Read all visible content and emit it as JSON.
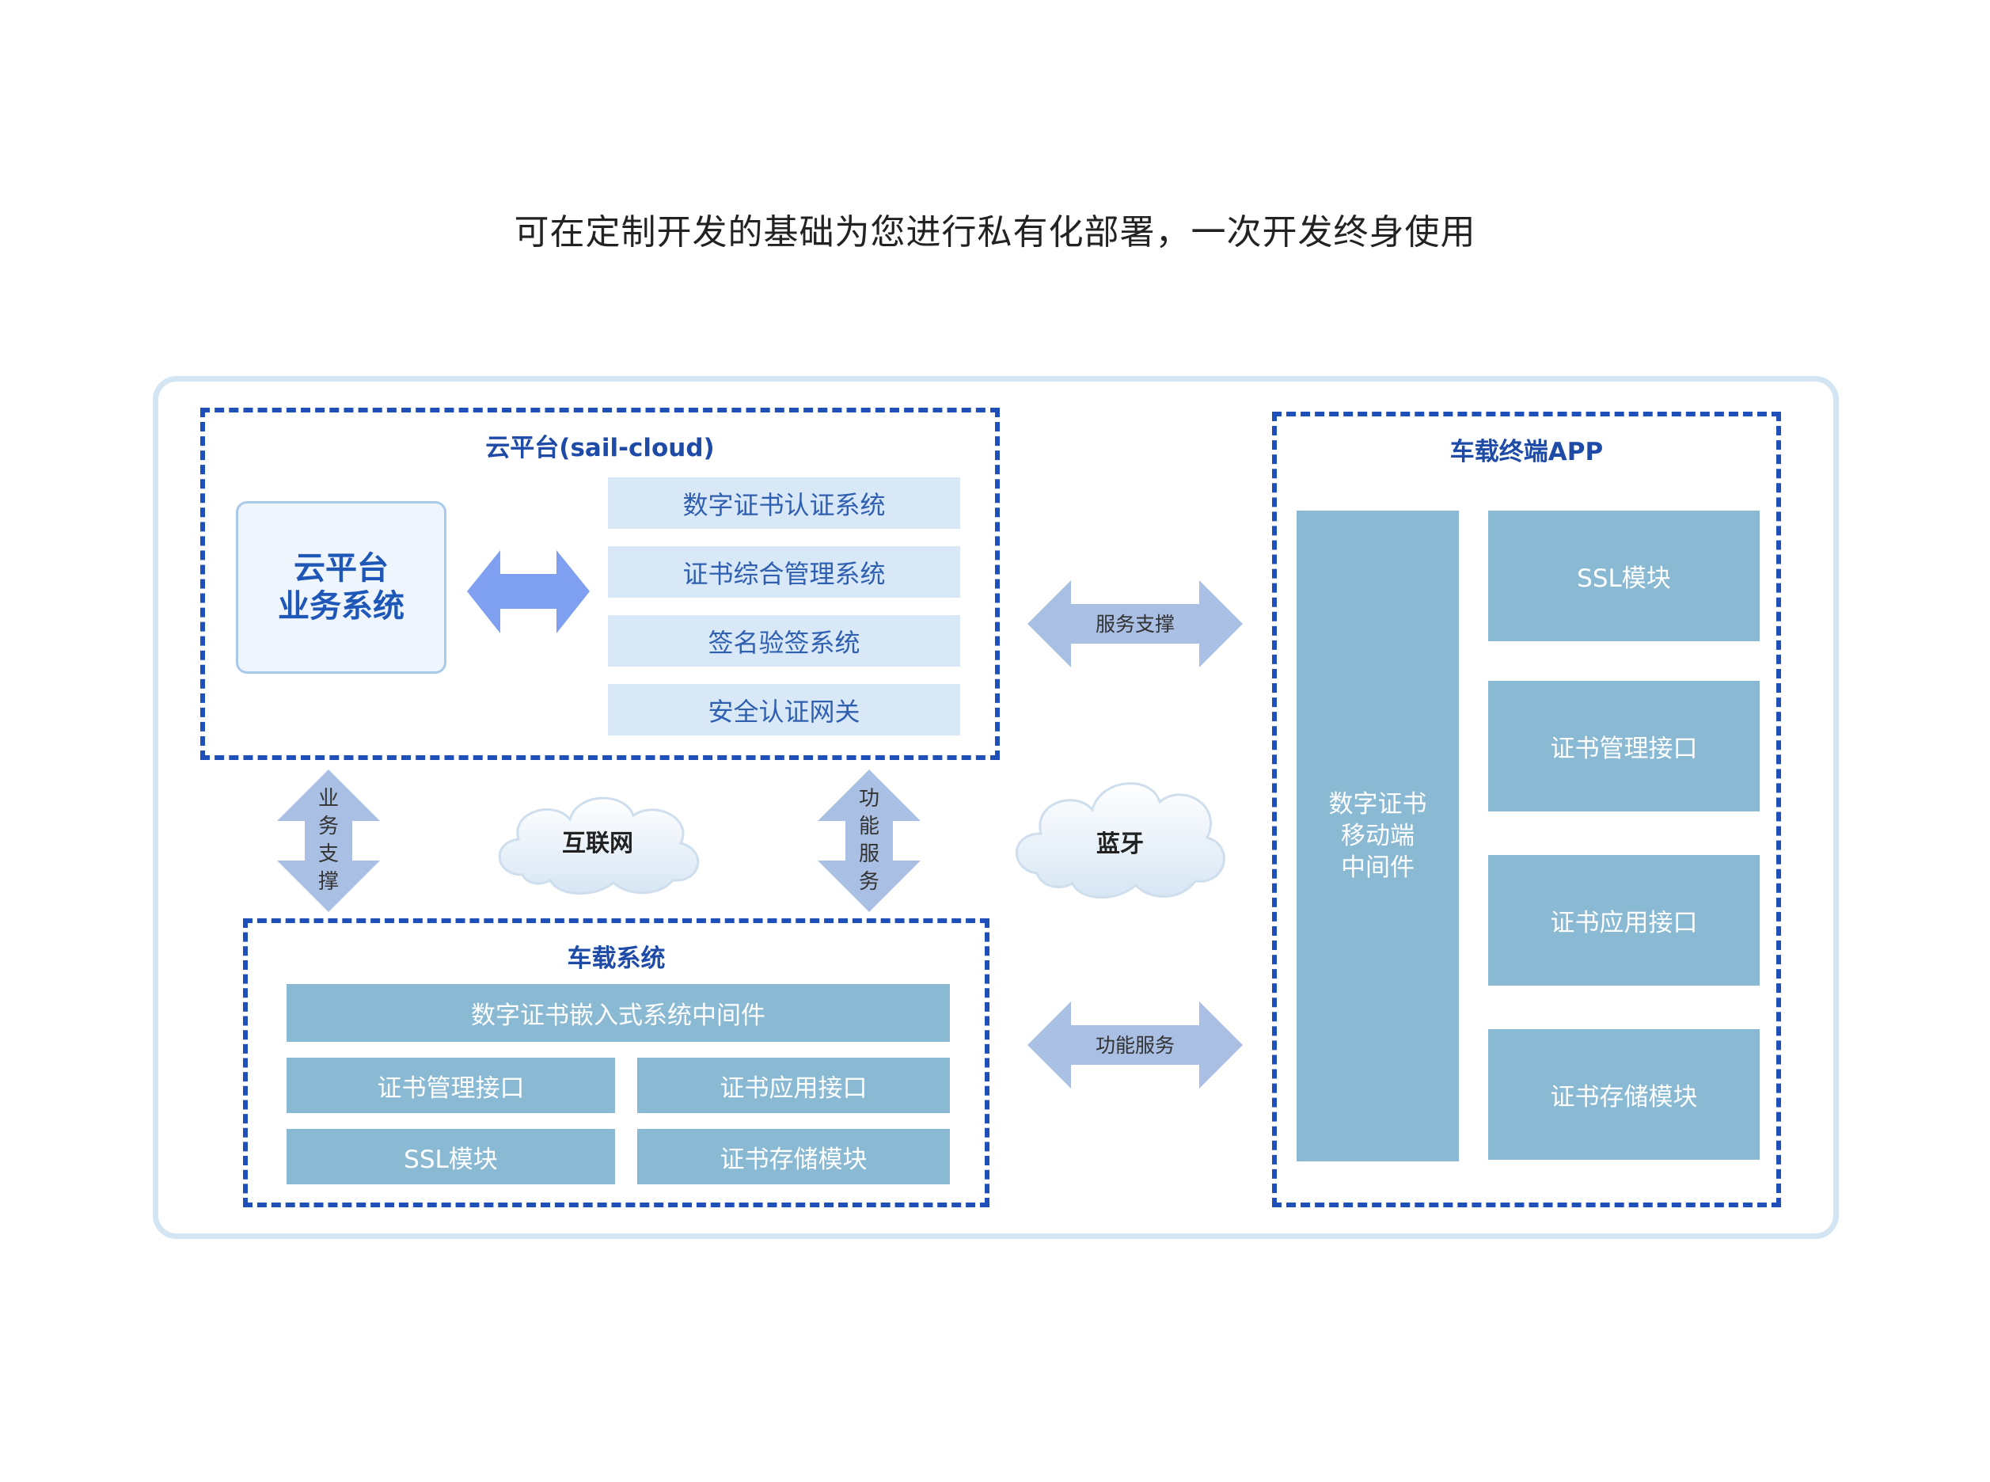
{
  "headline": "可在定制开发的基础为您进行私有化部署，一次开发终身使用",
  "cloud_platform": {
    "title": "云平台(sail-cloud)",
    "business_system": [
      "云平台",
      "业务系统"
    ],
    "systems": [
      "数字证书认证系统",
      "证书综合管理系统",
      "签名验签系统",
      "安全认证网关"
    ]
  },
  "vehicle_system": {
    "title": "车载系统",
    "middleware": "数字证书嵌入式系统中间件",
    "modules": [
      "证书管理接口",
      "证书应用接口",
      "SSL模块",
      "证书存储模块"
    ]
  },
  "vehicle_app": {
    "title": "车载终端APP",
    "middleware": [
      "数字证书",
      "移动端",
      "中间件"
    ],
    "modules": [
      "SSL模块",
      "证书管理接口",
      "证书应用接口",
      "证书存储模块"
    ]
  },
  "connectors": {
    "business_support": [
      "业",
      "务",
      "支",
      "撑"
    ],
    "function_service_vertical": [
      "功",
      "能",
      "服",
      "务"
    ],
    "internet": "互联网",
    "bluetooth": "蓝牙",
    "service_support": "服务支撑",
    "function_service": "功能服务"
  },
  "colors": {
    "dash_border": "#1f4fb8",
    "light_box": "#d9e8f6",
    "module_box": "#89b9d3",
    "arrow_fill": "#a9bfe3",
    "bidirectional_arrow": "#7f9ff0"
  }
}
